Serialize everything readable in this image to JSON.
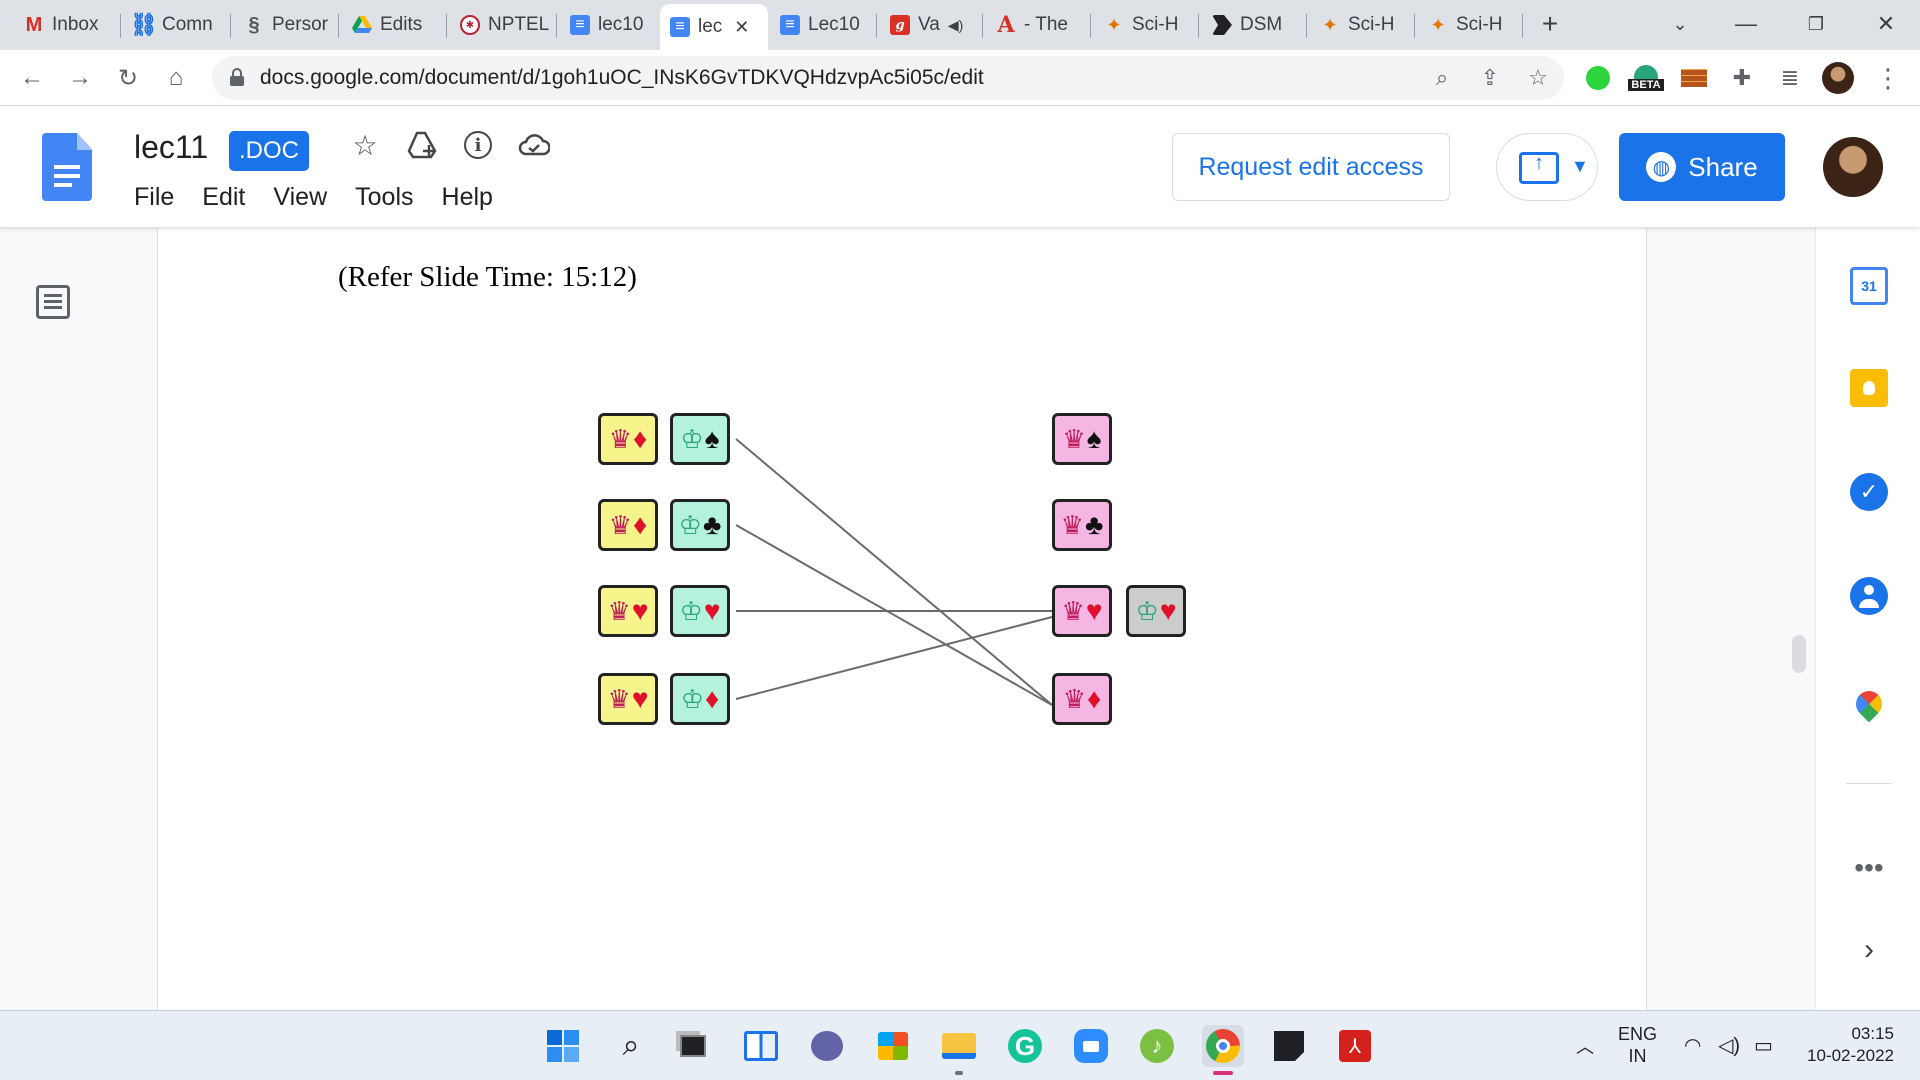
{
  "browser": {
    "tabs": [
      {
        "label": "Inbox",
        "icon": "gmail-icon"
      },
      {
        "label": "Comn",
        "icon": "link-icon"
      },
      {
        "label": "Persor",
        "icon": "script-icon"
      },
      {
        "label": "Edits",
        "icon": "drive-icon"
      },
      {
        "label": "NPTEL",
        "icon": "nptel-icon"
      },
      {
        "label": "lec10",
        "icon": "docs-icon"
      },
      {
        "label": "lec",
        "icon": "docs-icon",
        "active": true
      },
      {
        "label": "Lec10",
        "icon": "docs-icon"
      },
      {
        "label": "Va",
        "icon": "g-icon"
      },
      {
        "label": "- The",
        "icon": "acrobat-icon"
      },
      {
        "label": "Sci-H",
        "icon": "scihub-icon"
      },
      {
        "label": "DSM",
        "icon": "dsm-icon"
      },
      {
        "label": "Sci-H",
        "icon": "scihub-icon"
      },
      {
        "label": "Sci-H",
        "icon": "scihub-icon"
      }
    ],
    "url": "docs.google.com/document/d/1goh1uOC_INsK6GvTDKVQHdzvpAc5i05c/edit",
    "extension_badge": "BETA"
  },
  "docs": {
    "title": "lec11",
    "badge": ".DOC",
    "menu": [
      "File",
      "Edit",
      "View",
      "Tools",
      "Help"
    ],
    "request_access_label": "Request edit access",
    "share_label": "Share",
    "accent_color": "#1a73e8"
  },
  "document": {
    "slide_time": "(Refer Slide Time: 15:12)",
    "matching_figure": {
      "left_pairs": [
        {
          "queen": "diamond",
          "king": "spade"
        },
        {
          "queen": "diamond",
          "king": "club"
        },
        {
          "queen": "heart",
          "king": "heart"
        },
        {
          "queen": "heart",
          "king": "diamond"
        }
      ],
      "right_queens": [
        "spade",
        "club",
        "heart",
        "diamond"
      ],
      "right_extra_king": "heart",
      "edges": [
        [
          0,
          3
        ],
        [
          1,
          3
        ],
        [
          2,
          2
        ],
        [
          3,
          2
        ]
      ]
    }
  },
  "side_panel": {
    "calendar_day": "31"
  },
  "taskbar": {
    "lang_line1": "ENG",
    "lang_line2": "IN",
    "time": "03:15",
    "date": "10-02-2022"
  }
}
